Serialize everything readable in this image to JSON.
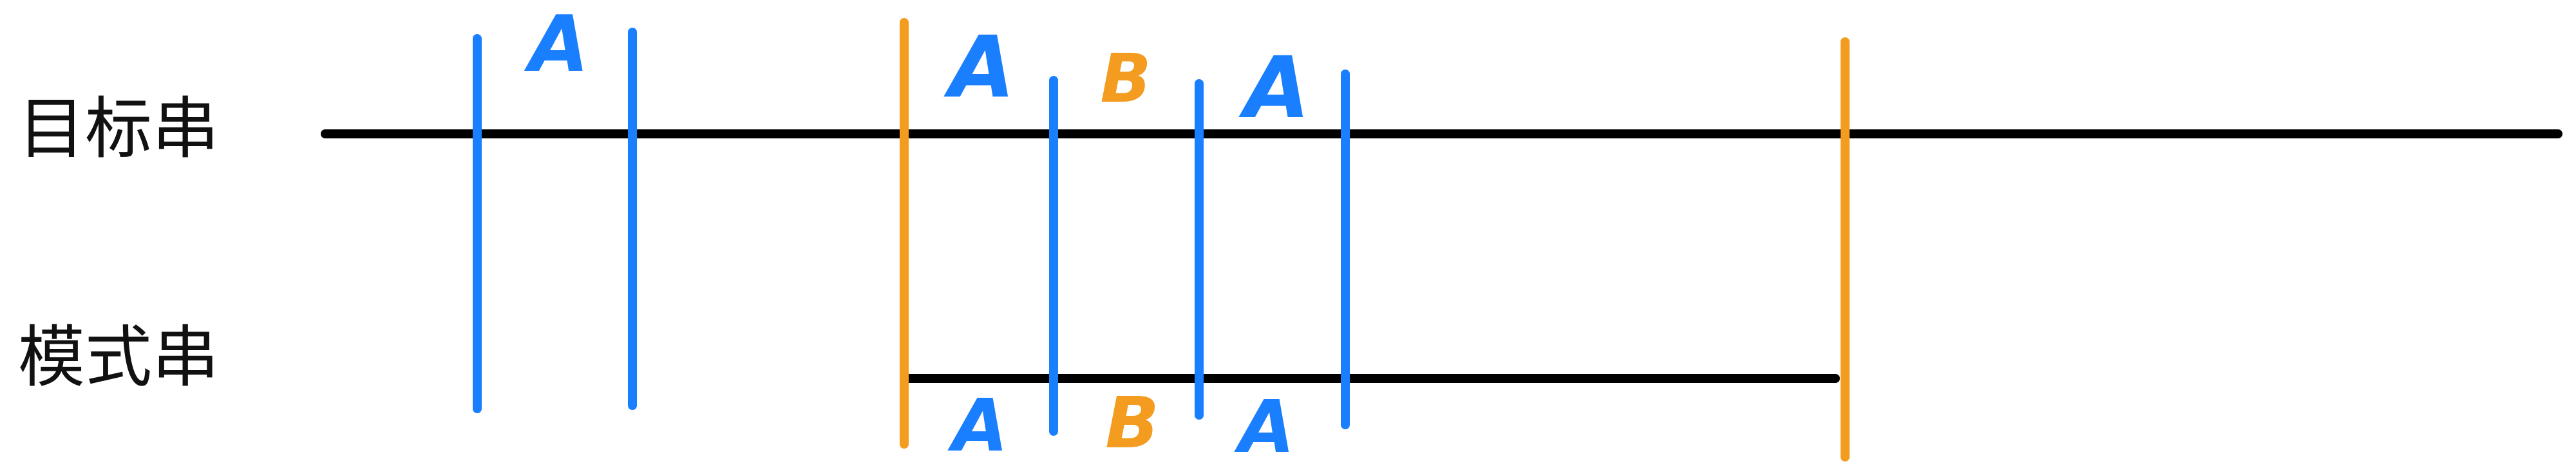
{
  "labels": {
    "target_string": "目标串",
    "pattern_string": "模式串"
  },
  "marks": {
    "target_row": [
      "A",
      "A",
      "B",
      "A"
    ],
    "pattern_row": [
      "A",
      "B",
      "A"
    ]
  },
  "colors": {
    "line": "#000000",
    "blue_divider": "#1a7fff",
    "orange_divider": "#f39c1f",
    "blue_letter": "#1a7fff",
    "orange_letter": "#f39c1f"
  }
}
